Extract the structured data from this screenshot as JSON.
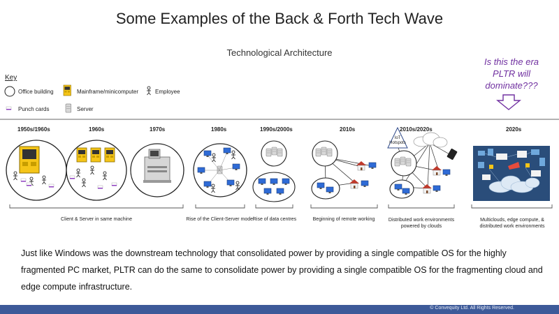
{
  "title": "Some Examples of the Back & Forth Tech Wave",
  "subtitle": "Technological Architecture",
  "question": [
    "Is this the era",
    "PLTR will",
    "dominate???"
  ],
  "key": {
    "title": "Key",
    "items": {
      "office": "Office building",
      "mainframe": "Mainframe/minicomputer",
      "employee": "Employee",
      "punch": "Punch cards",
      "server": "Server"
    }
  },
  "eras": [
    "1950s/1960s",
    "1960s",
    "1970s",
    "1980s",
    "1990s/2000s",
    "2010s",
    "2010s/2020s",
    "2020s"
  ],
  "iot_label": [
    "IoT",
    "Hotspots"
  ],
  "brackets": {
    "client_server_same": "Client & Server in same machine",
    "client_server_model": "Rise of the Client-Server model",
    "data_centres": "Rise of data centres",
    "remote": "Beginning of remote working",
    "distributed": [
      "Distributed work environments",
      "powered by clouds"
    ],
    "multicloud": [
      "Multiclouds, edge compute, &",
      "distributed work environments"
    ]
  },
  "body": "Just like Windows was the downstream technology that consolidated power by providing a single compatible OS for the highly fragmented PC market, PLTR can do the same to consolidate power by providing a single compatible OS for the fragmenting cloud and edge compute infrastructure.",
  "footer": "© Convequity Ltd. All Rights Reserved.",
  "colors": {
    "accent_purple": "#7030a0",
    "mainframe_yellow": "#f5c518",
    "footer_blue": "#3d5a99",
    "monitor_blue": "#2f6bd6"
  }
}
